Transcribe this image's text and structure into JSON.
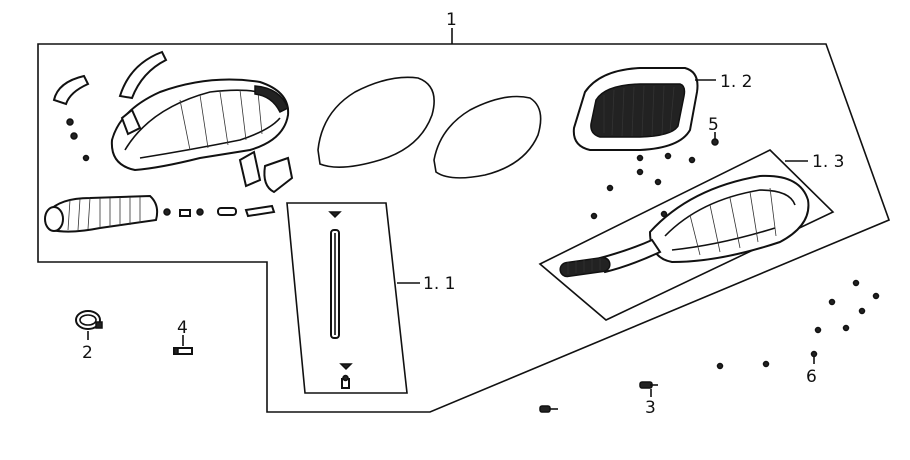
{
  "labels": {
    "main": "1",
    "sub_1_1": "1. 1",
    "sub_1_2": "1. 2",
    "sub_1_3": "1. 3",
    "part_2": "2",
    "part_3": "3",
    "part_4": "4",
    "part_5": "5",
    "part_6": "6"
  },
  "colors": {
    "line": "#111111",
    "background": "#ffffff"
  }
}
